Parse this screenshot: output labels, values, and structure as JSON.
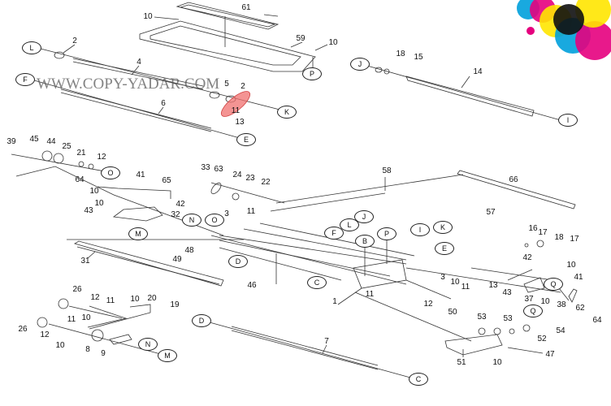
{
  "watermark": "WWW.COPY-YADAR.COM",
  "highlight_color": "#f0706f",
  "logo_colors": [
    "#00a0dc",
    "#e5007e",
    "#ffe600",
    "#111111",
    "#1a1a7a"
  ],
  "part_callouts": [
    "61",
    "10",
    "59",
    "10",
    "2",
    "4",
    "5",
    "2",
    "11",
    "13",
    "6",
    "18",
    "15",
    "14",
    "39",
    "45",
    "44",
    "25",
    "21",
    "12",
    "64",
    "41",
    "65",
    "10",
    "10",
    "42",
    "43",
    "32",
    "3",
    "11",
    "31",
    "48",
    "49",
    "46",
    "33",
    "63",
    "24",
    "23",
    "22",
    "58",
    "66",
    "57",
    "3",
    "10",
    "11",
    "13",
    "1",
    "11",
    "12",
    "50",
    "16",
    "17",
    "18",
    "17",
    "42",
    "10",
    "41",
    "43",
    "37",
    "10",
    "38",
    "62",
    "64",
    "26",
    "12",
    "11",
    "10",
    "20",
    "19",
    "26",
    "12",
    "11",
    "10",
    "10",
    "8",
    "9",
    "7",
    "53",
    "53",
    "54",
    "52",
    "51",
    "10",
    "47"
  ],
  "reference_letters": [
    "P",
    "L",
    "F",
    "K",
    "E",
    "J",
    "I",
    "O",
    "N",
    "O",
    "M",
    "D",
    "C",
    "J",
    "L",
    "F",
    "P",
    "B",
    "I",
    "K",
    "E",
    "Q",
    "Q",
    "N",
    "M",
    "D",
    "C"
  ]
}
